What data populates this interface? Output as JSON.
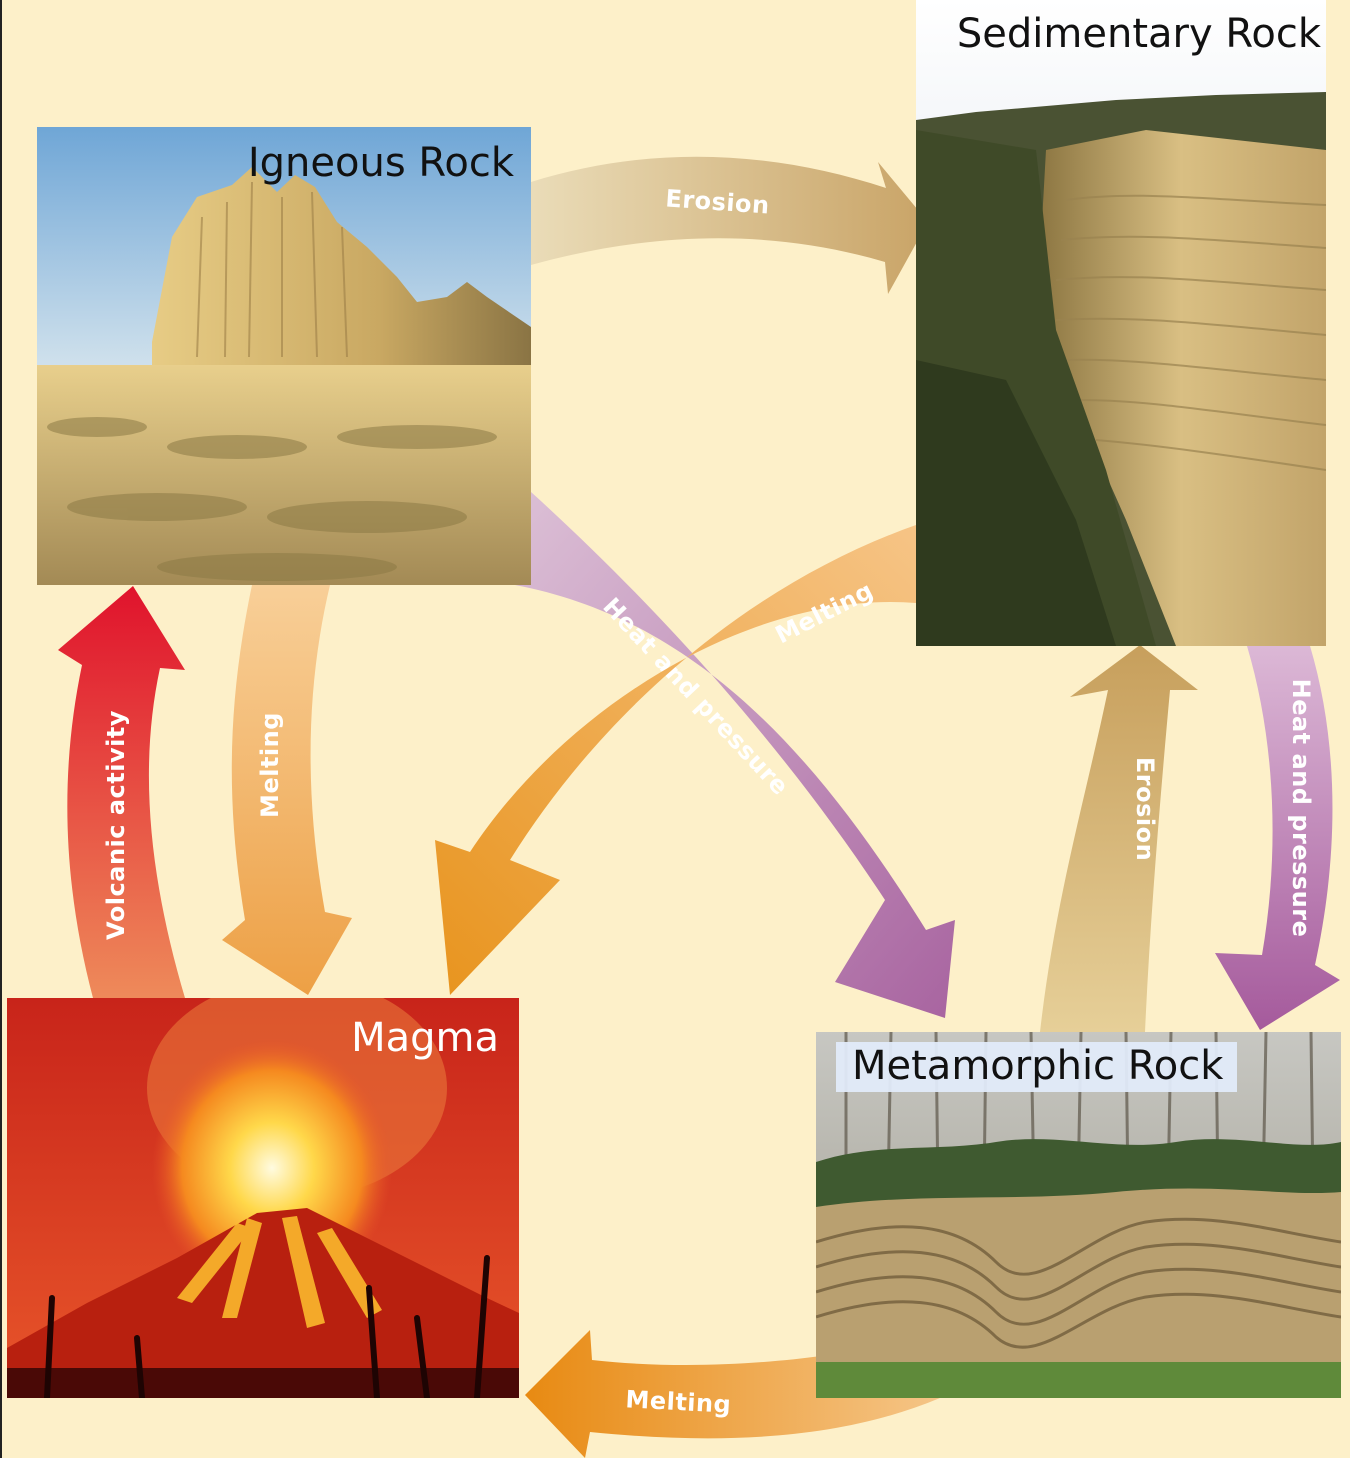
{
  "nodes": {
    "sedimentary": {
      "title": "Sedimentary Rock"
    },
    "igneous": {
      "title": "Igneous Rock"
    },
    "magma": {
      "title": "Magma"
    },
    "metamorphic": {
      "title": "Metamorphic Rock"
    }
  },
  "arrows": {
    "igneous_to_sedimentary": {
      "label": "Erosion",
      "from": "Igneous Rock",
      "to": "Sedimentary Rock",
      "color": "#d8b982"
    },
    "igneous_to_metamorphic": {
      "label": "Heat and pressure",
      "from": "Igneous Rock",
      "to": "Metamorphic Rock",
      "color": "#b77fae"
    },
    "sedimentary_to_magma": {
      "label": "Melting",
      "from": "Sedimentary Rock",
      "to": "Magma",
      "color": "#eda84e"
    },
    "igneous_to_magma": {
      "label": "Melting",
      "from": "Igneous Rock",
      "to": "Magma",
      "color": "#f0b467"
    },
    "magma_to_igneous": {
      "label": "Volcanic activity",
      "from": "Magma",
      "to": "Igneous Rock",
      "color": "#e24a2f"
    },
    "metamorphic_to_sedimentary": {
      "label": "Erosion",
      "from": "Metamorphic Rock",
      "to": "Sedimentary Rock",
      "color": "#d3b173"
    },
    "sedimentary_to_metamorphic": {
      "label": "Heat and pressure",
      "from": "Sedimentary Rock",
      "to": "Metamorphic Rock",
      "color": "#b77fae"
    },
    "metamorphic_to_magma": {
      "label": "Melting",
      "from": "Metamorphic Rock",
      "to": "Magma",
      "color": "#eda84e"
    }
  },
  "colors": {
    "background": "#fdf0c9"
  }
}
